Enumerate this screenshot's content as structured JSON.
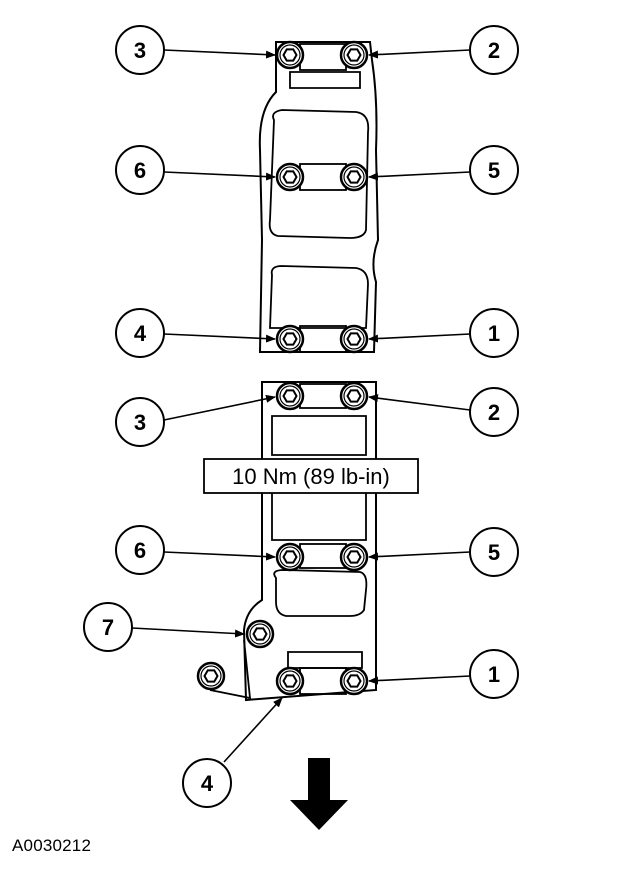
{
  "torque_spec": "10 Nm (89 lb-in)",
  "figure_id": "A0030212",
  "upper_callouts": {
    "left_top": "3",
    "right_top": "2",
    "left_mid": "6",
    "right_mid": "5",
    "left_bottom": "4",
    "right_bottom": "1"
  },
  "lower_callouts": {
    "left_top": "3",
    "right_top": "2",
    "left_mid": "6",
    "right_mid": "5",
    "extra_bolt": "7",
    "right_bottom": "1",
    "left_bottom": "4"
  },
  "icons": {
    "direction": "down-arrow-icon"
  }
}
